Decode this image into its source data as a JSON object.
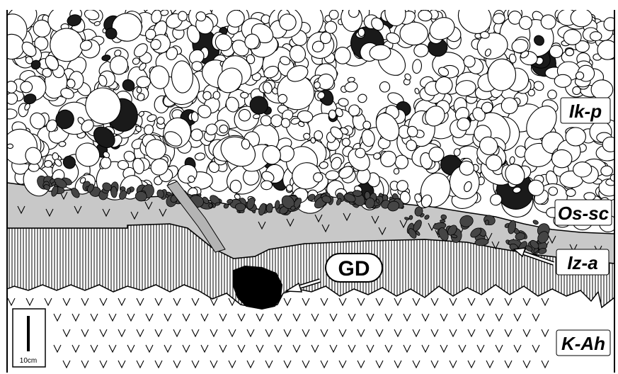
{
  "figure": {
    "labels": {
      "ik_p": "Ik-p",
      "os_sc": "Os-sc",
      "iz_a": "Iz-a",
      "k_ah": "K-Ah",
      "gd": "GD"
    },
    "scale_bar": {
      "label": "10cm"
    }
  },
  "colors": {
    "ink": "#000000",
    "paper": "#ffffff",
    "ash_gray": "#c8c8c8",
    "dark_clast": "#404040",
    "gd_fill": "#000000"
  }
}
